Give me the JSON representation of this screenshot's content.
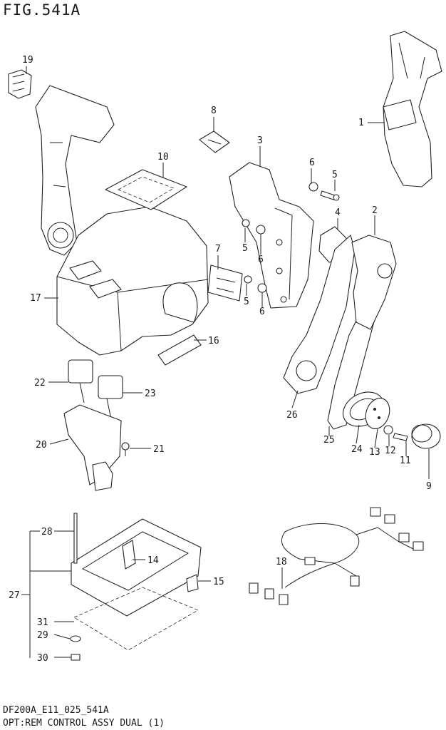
{
  "figure": {
    "title": "FIG.541A"
  },
  "callouts": [
    {
      "id": "c1",
      "label": "1"
    },
    {
      "id": "c2",
      "label": "2"
    },
    {
      "id": "c3",
      "label": "3"
    },
    {
      "id": "c4",
      "label": "4"
    },
    {
      "id": "c5a",
      "label": "5"
    },
    {
      "id": "c5b",
      "label": "5"
    },
    {
      "id": "c5c",
      "label": "5"
    },
    {
      "id": "c6a",
      "label": "6"
    },
    {
      "id": "c6b",
      "label": "6"
    },
    {
      "id": "c6c",
      "label": "6"
    },
    {
      "id": "c7",
      "label": "7"
    },
    {
      "id": "c8",
      "label": "8"
    },
    {
      "id": "c9",
      "label": "9"
    },
    {
      "id": "c10",
      "label": "10"
    },
    {
      "id": "c11",
      "label": "11"
    },
    {
      "id": "c12",
      "label": "12"
    },
    {
      "id": "c13",
      "label": "13"
    },
    {
      "id": "c14",
      "label": "14"
    },
    {
      "id": "c15",
      "label": "15"
    },
    {
      "id": "c16",
      "label": "16"
    },
    {
      "id": "c17",
      "label": "17"
    },
    {
      "id": "c18",
      "label": "18"
    },
    {
      "id": "c19",
      "label": "19"
    },
    {
      "id": "c20",
      "label": "20"
    },
    {
      "id": "c21",
      "label": "21"
    },
    {
      "id": "c22",
      "label": "22"
    },
    {
      "id": "c23",
      "label": "23"
    },
    {
      "id": "c24",
      "label": "24"
    },
    {
      "id": "c25",
      "label": "25"
    },
    {
      "id": "c26",
      "label": "26"
    },
    {
      "id": "c27",
      "label": "27"
    },
    {
      "id": "c28",
      "label": "28"
    },
    {
      "id": "c29",
      "label": "29"
    },
    {
      "id": "c30",
      "label": "30"
    },
    {
      "id": "c31",
      "label": "31"
    }
  ],
  "footer": {
    "code": "DF200A_E11_025_541A",
    "caption": "OPT:REM CONTROL ASSY DUAL (1)"
  }
}
